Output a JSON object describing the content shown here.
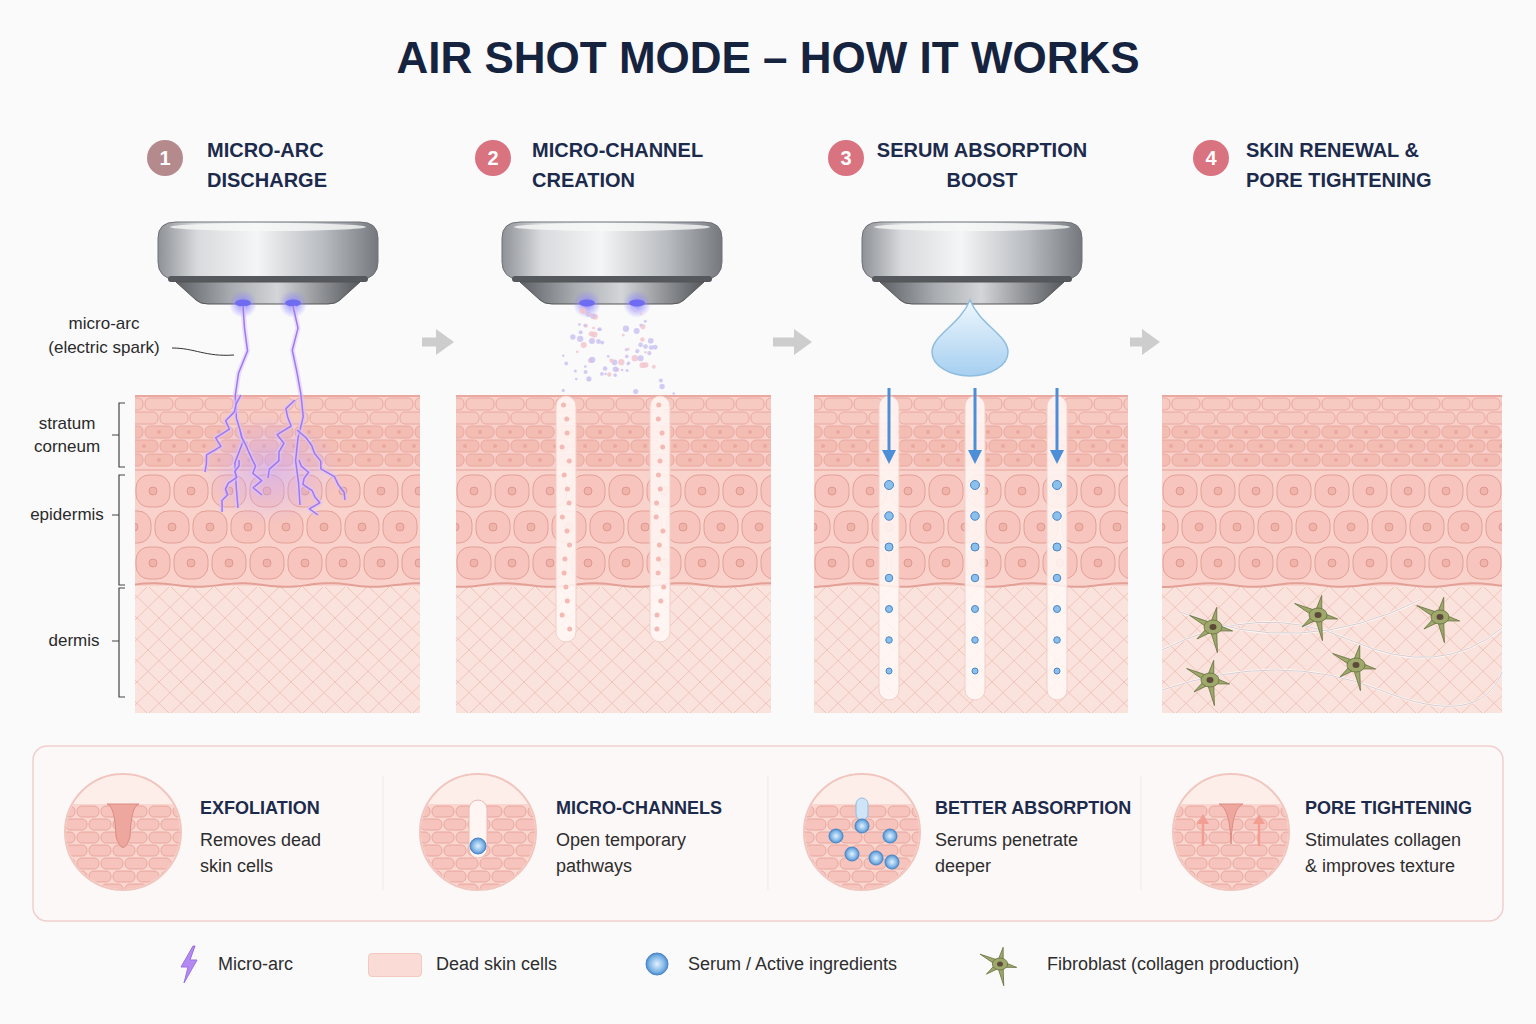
{
  "diagram": {
    "title": "AIR SHOT MODE – HOW IT WORKS",
    "nodes": [
      {
        "text": [
          "1",
          "MICRO-ARC DISCHARGE"
        ]
      },
      {
        "text": [
          "2",
          "MICRO-CHANNEL CREATION"
        ]
      },
      {
        "text": [
          "3",
          "SERUM ABSORPTION BOOST"
        ]
      },
      {
        "text": [
          "4",
          "SKIN RENEWAL & PORE TIGHTENING"
        ]
      },
      {
        "text": [
          "EXFOLIATION",
          "Removes dead skin cells"
        ]
      },
      {
        "text": [
          "MICRO-CHANNELS",
          "Open temporary pathways"
        ]
      },
      {
        "text": [
          "BETTER ABSORPTION",
          "Serums penetrate deeper"
        ]
      },
      {
        "text": [
          "PORE TIGHTENING",
          "Stimulates collagen & improves texture"
        ]
      }
    ],
    "edges": [
      {
        "from": 0,
        "to": 1,
        "arrow": "to"
      },
      {
        "from": 1,
        "to": 2,
        "arrow": "to"
      },
      {
        "from": 2,
        "to": 3,
        "arrow": "to"
      }
    ],
    "labels": [
      "micro-arc (electric spark)",
      "stratum corneum",
      "epidermis",
      "dermis"
    ],
    "legend": [
      {
        "text": "Micro-arc"
      },
      {
        "text": "Dead skin cells",
        "color": "#fadbd5"
      },
      {
        "text": "Serum / Active ingredients"
      },
      {
        "text": "Fibroblast (collagen production)"
      }
    ]
  }
}
